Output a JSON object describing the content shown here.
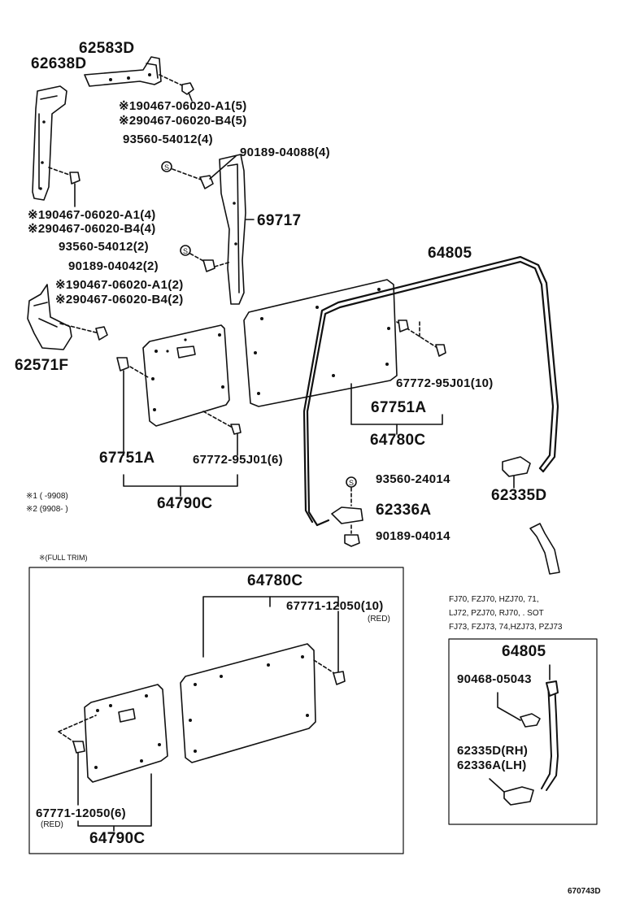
{
  "labels": {
    "p62583D": "62583D",
    "p62638D": "62638D",
    "top_a1_5": "※190467-06020-A1(5)",
    "top_b4_5": "※290467-06020-B4(5)",
    "p93560_54012_4": "93560-54012(4)",
    "p90189_04088": "90189-04088(4)",
    "left_a1_4": "※190467-06020-A1(4)",
    "left_b4_4": "※290467-06020-B4(4)",
    "p69717": "69717",
    "p93560_54012_2": "93560-54012(2)",
    "p90189_04042": "90189-04042(2)",
    "mid_a1_2": "※190467-06020-A1(2)",
    "mid_b4_2": "※290467-06020-B4(2)",
    "p62571F": "62571F",
    "p64805": "64805",
    "p67772_95J01_10": "67772-95J01(10)",
    "p67751A_right": "67751A",
    "p64780C": "64780C",
    "p67751A_left": "67751A",
    "p67772_95J01_6": "67772-95J01(6)",
    "p64790C": "64790C",
    "p93560_24014": "93560-24014",
    "p62336A": "62336A",
    "p62335D": "62335D",
    "p90189_04014": "90189-04014",
    "note1": "※1 (     -9908)",
    "note2": "※2 (9908-     )"
  },
  "full_trim": {
    "title": "※(FULL TRIM)",
    "p64780C": "64780C",
    "p67771_10": "67771-12050(10)",
    "red_top": "(RED)",
    "p67771_6": "67771-12050(6)",
    "red_bottom": "(RED)",
    "p64790C": "64790C"
  },
  "models": {
    "line1": "FJ70, FZJ70, HZJ70, 71,",
    "line2": "LJ72, PZJ70, RJ70, . SOT",
    "line3": "FJ73, FZJ73, 74,HZJ73, PZJ73"
  },
  "inset": {
    "p64805": "64805",
    "p90468": "90468-05043",
    "p62335D_RH": "62335D(RH)",
    "p62336A_LH": "62336A(LH)"
  },
  "footer": {
    "code": "670743D"
  }
}
